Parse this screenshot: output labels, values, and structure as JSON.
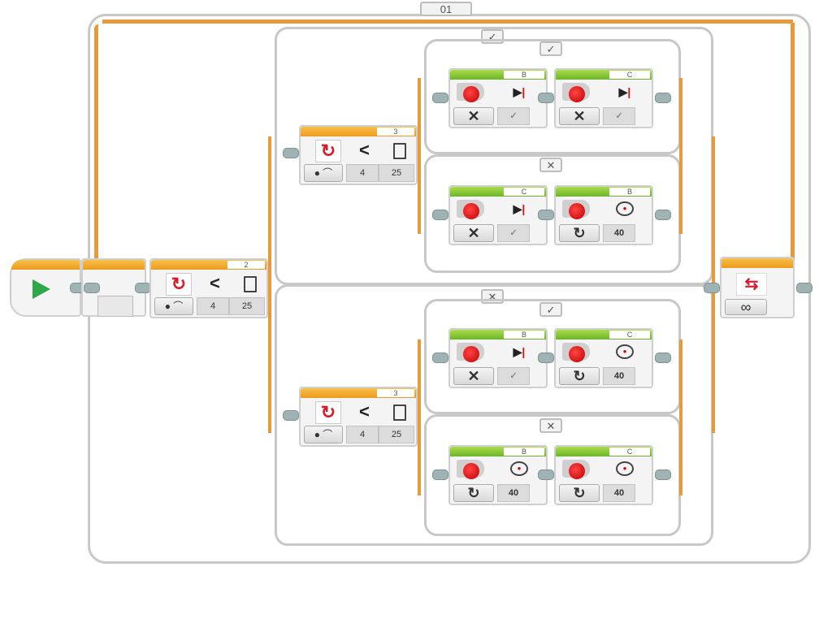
{
  "loop": {
    "name_label": "01",
    "mode_icon": "infinity-icon",
    "mode_symbol": "∞"
  },
  "start_block": {
    "icon": "play-icon"
  },
  "switch_main": {
    "port": "2",
    "sensor_icon": "gyro-sensor-icon",
    "mode_icon": "compare-icon",
    "operator": "<",
    "threshold_icon": "threshold-icon",
    "inputs": [
      "4",
      "25"
    ],
    "true_label": "✓",
    "false_label": "✕"
  },
  "switch_top": {
    "port": "3",
    "operator": "<",
    "inputs": [
      "4",
      "25"
    ],
    "true_label": "✓",
    "false_label": "✕",
    "true_case": [
      {
        "port": "B",
        "mode": "stop",
        "mode_symbol": "✕",
        "param": "✓"
      },
      {
        "port": "C",
        "mode": "stop",
        "mode_symbol": "✕",
        "param": "✓"
      }
    ],
    "false_case": [
      {
        "port": "C",
        "mode": "stop",
        "mode_symbol": "✕",
        "param": "✓"
      },
      {
        "port": "B",
        "mode": "on",
        "mode_symbol": "↻",
        "param": "40"
      }
    ]
  },
  "switch_bottom": {
    "port": "3",
    "operator": "<",
    "inputs": [
      "4",
      "25"
    ],
    "true_label": "✓",
    "false_label": "✕",
    "true_case": [
      {
        "port": "B",
        "mode": "stop",
        "mode_symbol": "✕",
        "param": "✓"
      },
      {
        "port": "C",
        "mode": "on",
        "mode_symbol": "↻",
        "param": "40"
      }
    ],
    "false_case": [
      {
        "port": "B",
        "mode": "on",
        "mode_symbol": "↻",
        "param": "40"
      },
      {
        "port": "C",
        "mode": "on",
        "mode_symbol": "↻",
        "param": "40"
      }
    ]
  },
  "colors": {
    "loop_wire": "#e79a3c",
    "frame": "#c8c8c8",
    "motor_header": "#7cc230",
    "sensor_header": "#f0a42a",
    "motor_red": "#d81010"
  }
}
